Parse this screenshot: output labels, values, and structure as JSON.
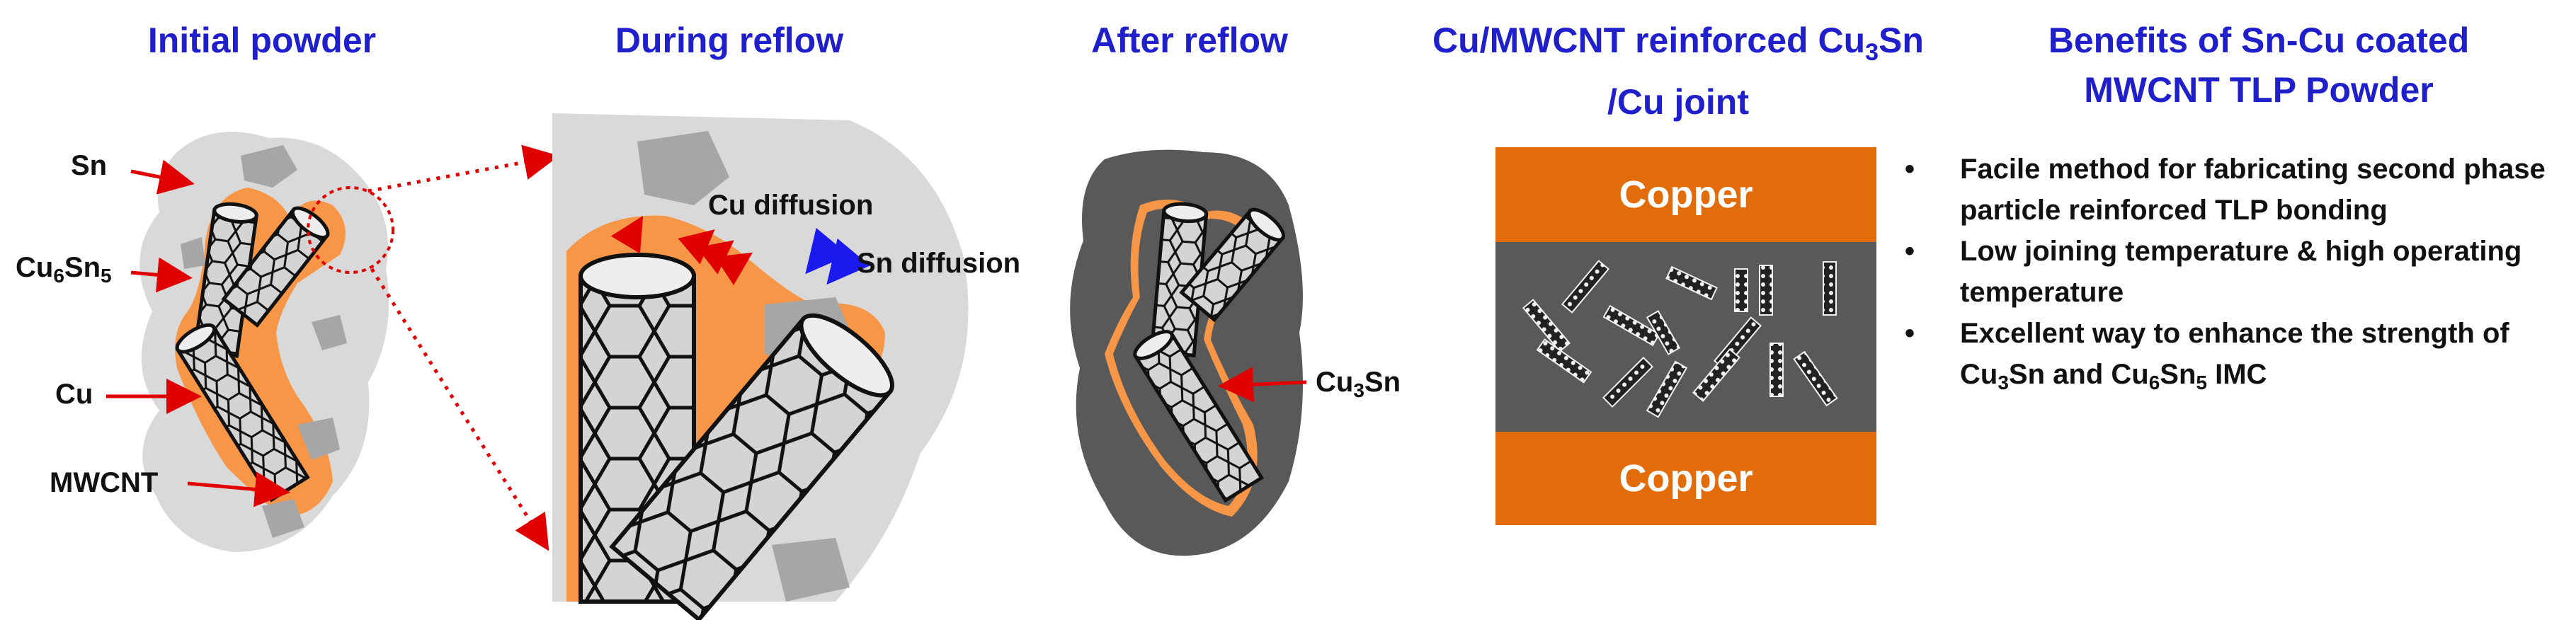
{
  "panels": {
    "initial": {
      "title": "Initial powder",
      "labels": {
        "sn": "Sn",
        "cu6sn5_base": "Cu",
        "cu6sn5_sub1": "6",
        "cu6sn5_mid": "Sn",
        "cu6sn5_sub2": "5",
        "cu": "Cu",
        "mwcnt": "MWCNT"
      }
    },
    "during": {
      "title": "During reflow",
      "cu_diffusion": "Cu diffusion",
      "sn_diffusion": "Sn diffusion"
    },
    "after": {
      "title": "After reflow",
      "label_base": "Cu",
      "label_sub": "3",
      "label_tail": "Sn"
    },
    "joint": {
      "title_line1_base": "Cu/MWCNT reinforced Cu",
      "title_line1_sub": "3",
      "title_line1_tail": "Sn",
      "title_line2": "/Cu joint",
      "copper_top": "Copper",
      "copper_bottom": "Copper"
    },
    "benefits": {
      "title_line1": "Benefits of Sn-Cu coated",
      "title_line2": "MWCNT TLP Powder",
      "items": [
        "Facile method for fabricating second phase particle reinforced TLP bonding",
        "Low joining temperature & high operating temperature"
      ],
      "item3": {
        "part1": "Excellent way to enhance the strength of Cu",
        "sub1": "3",
        "part2": "Sn and Cu",
        "sub2": "6",
        "part3": "Sn",
        "sub3": "5",
        "part4": " IMC"
      }
    }
  },
  "colors": {
    "title_blue": "#1f1fcc",
    "copper_orange": "#e36c0a",
    "cu_layer_orange": "#f79646",
    "sn_light_gray": "#d9d9d9",
    "imc_dark_gray": "#5a5a5a",
    "arrow_red": "#e00000",
    "arrow_blue": "#1a1aee"
  }
}
